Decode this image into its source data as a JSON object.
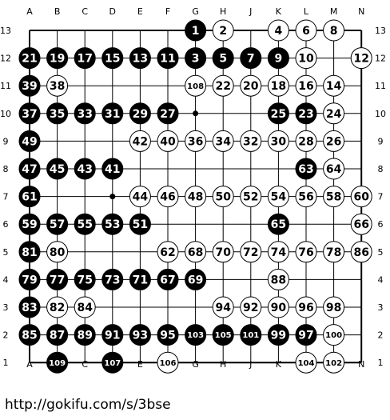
{
  "board": {
    "size": 13,
    "columns": [
      "A",
      "B",
      "C",
      "D",
      "E",
      "F",
      "G",
      "H",
      "J",
      "K",
      "L",
      "M",
      "N"
    ],
    "rows": [
      "13",
      "12",
      "11",
      "10",
      "9",
      "8",
      "7",
      "6",
      "5",
      "4",
      "3",
      "2",
      "1"
    ],
    "star_points": [
      [
        "D",
        "10"
      ],
      [
        "G",
        "10"
      ],
      [
        "D",
        "7"
      ]
    ],
    "colors": {
      "black": "#000000",
      "white": "#ffffff",
      "line": "#000000",
      "background": "#ffffff"
    },
    "stones": [
      {
        "c": "G",
        "r": "13",
        "color": "black",
        "n": "1"
      },
      {
        "c": "H",
        "r": "13",
        "color": "white",
        "n": "2"
      },
      {
        "c": "K",
        "r": "13",
        "color": "white",
        "n": "4"
      },
      {
        "c": "L",
        "r": "13",
        "color": "white",
        "n": "6"
      },
      {
        "c": "M",
        "r": "13",
        "color": "white",
        "n": "8"
      },
      {
        "c": "A",
        "r": "12",
        "color": "black",
        "n": "21"
      },
      {
        "c": "B",
        "r": "12",
        "color": "black",
        "n": "19"
      },
      {
        "c": "C",
        "r": "12",
        "color": "black",
        "n": "17"
      },
      {
        "c": "D",
        "r": "12",
        "color": "black",
        "n": "15"
      },
      {
        "c": "E",
        "r": "12",
        "color": "black",
        "n": "13"
      },
      {
        "c": "F",
        "r": "12",
        "color": "black",
        "n": "11"
      },
      {
        "c": "G",
        "r": "12",
        "color": "black",
        "n": "3"
      },
      {
        "c": "H",
        "r": "12",
        "color": "black",
        "n": "5"
      },
      {
        "c": "J",
        "r": "12",
        "color": "black",
        "n": "7"
      },
      {
        "c": "K",
        "r": "12",
        "color": "black",
        "n": "9"
      },
      {
        "c": "L",
        "r": "12",
        "color": "white",
        "n": "10"
      },
      {
        "c": "N",
        "r": "12",
        "color": "white",
        "n": "12"
      },
      {
        "c": "A",
        "r": "11",
        "color": "black",
        "n": "39"
      },
      {
        "c": "B",
        "r": "11",
        "color": "white",
        "n": "38"
      },
      {
        "c": "G",
        "r": "11",
        "color": "white",
        "n": "108"
      },
      {
        "c": "H",
        "r": "11",
        "color": "white",
        "n": "22"
      },
      {
        "c": "J",
        "r": "11",
        "color": "white",
        "n": "20"
      },
      {
        "c": "K",
        "r": "11",
        "color": "white",
        "n": "18"
      },
      {
        "c": "L",
        "r": "11",
        "color": "white",
        "n": "16"
      },
      {
        "c": "M",
        "r": "11",
        "color": "white",
        "n": "14"
      },
      {
        "c": "A",
        "r": "10",
        "color": "black",
        "n": "37"
      },
      {
        "c": "B",
        "r": "10",
        "color": "black",
        "n": "35"
      },
      {
        "c": "C",
        "r": "10",
        "color": "black",
        "n": "33"
      },
      {
        "c": "D",
        "r": "10",
        "color": "black",
        "n": "31"
      },
      {
        "c": "E",
        "r": "10",
        "color": "black",
        "n": "29"
      },
      {
        "c": "F",
        "r": "10",
        "color": "black",
        "n": "27"
      },
      {
        "c": "K",
        "r": "10",
        "color": "black",
        "n": "25"
      },
      {
        "c": "L",
        "r": "10",
        "color": "black",
        "n": "23"
      },
      {
        "c": "M",
        "r": "10",
        "color": "white",
        "n": "24"
      },
      {
        "c": "A",
        "r": "9",
        "color": "black",
        "n": "49"
      },
      {
        "c": "E",
        "r": "9",
        "color": "white",
        "n": "42"
      },
      {
        "c": "F",
        "r": "9",
        "color": "white",
        "n": "40"
      },
      {
        "c": "G",
        "r": "9",
        "color": "white",
        "n": "36"
      },
      {
        "c": "H",
        "r": "9",
        "color": "white",
        "n": "34"
      },
      {
        "c": "J",
        "r": "9",
        "color": "white",
        "n": "32"
      },
      {
        "c": "K",
        "r": "9",
        "color": "white",
        "n": "30"
      },
      {
        "c": "L",
        "r": "9",
        "color": "white",
        "n": "28"
      },
      {
        "c": "M",
        "r": "9",
        "color": "white",
        "n": "26"
      },
      {
        "c": "A",
        "r": "8",
        "color": "black",
        "n": "47"
      },
      {
        "c": "B",
        "r": "8",
        "color": "black",
        "n": "45"
      },
      {
        "c": "C",
        "r": "8",
        "color": "black",
        "n": "43"
      },
      {
        "c": "D",
        "r": "8",
        "color": "black",
        "n": "41"
      },
      {
        "c": "L",
        "r": "8",
        "color": "black",
        "n": "63"
      },
      {
        "c": "M",
        "r": "8",
        "color": "white",
        "n": "64"
      },
      {
        "c": "A",
        "r": "7",
        "color": "black",
        "n": "61"
      },
      {
        "c": "E",
        "r": "7",
        "color": "white",
        "n": "44"
      },
      {
        "c": "F",
        "r": "7",
        "color": "white",
        "n": "46"
      },
      {
        "c": "G",
        "r": "7",
        "color": "white",
        "n": "48"
      },
      {
        "c": "H",
        "r": "7",
        "color": "white",
        "n": "50"
      },
      {
        "c": "J",
        "r": "7",
        "color": "white",
        "n": "52"
      },
      {
        "c": "K",
        "r": "7",
        "color": "white",
        "n": "54"
      },
      {
        "c": "L",
        "r": "7",
        "color": "white",
        "n": "56"
      },
      {
        "c": "M",
        "r": "7",
        "color": "white",
        "n": "58"
      },
      {
        "c": "N",
        "r": "7",
        "color": "white",
        "n": "60"
      },
      {
        "c": "A",
        "r": "6",
        "color": "black",
        "n": "59"
      },
      {
        "c": "B",
        "r": "6",
        "color": "black",
        "n": "57"
      },
      {
        "c": "C",
        "r": "6",
        "color": "black",
        "n": "55"
      },
      {
        "c": "D",
        "r": "6",
        "color": "black",
        "n": "53"
      },
      {
        "c": "E",
        "r": "6",
        "color": "black",
        "n": "51"
      },
      {
        "c": "K",
        "r": "6",
        "color": "black",
        "n": "65"
      },
      {
        "c": "N",
        "r": "6",
        "color": "white",
        "n": "66"
      },
      {
        "c": "A",
        "r": "5",
        "color": "black",
        "n": "81"
      },
      {
        "c": "B",
        "r": "5",
        "color": "white",
        "n": "80"
      },
      {
        "c": "F",
        "r": "5",
        "color": "white",
        "n": "62"
      },
      {
        "c": "G",
        "r": "5",
        "color": "white",
        "n": "68"
      },
      {
        "c": "H",
        "r": "5",
        "color": "white",
        "n": "70"
      },
      {
        "c": "J",
        "r": "5",
        "color": "white",
        "n": "72"
      },
      {
        "c": "K",
        "r": "5",
        "color": "white",
        "n": "74"
      },
      {
        "c": "L",
        "r": "5",
        "color": "white",
        "n": "76"
      },
      {
        "c": "M",
        "r": "5",
        "color": "white",
        "n": "78"
      },
      {
        "c": "N",
        "r": "5",
        "color": "white",
        "n": "86"
      },
      {
        "c": "A",
        "r": "4",
        "color": "black",
        "n": "79"
      },
      {
        "c": "B",
        "r": "4",
        "color": "black",
        "n": "77"
      },
      {
        "c": "C",
        "r": "4",
        "color": "black",
        "n": "75"
      },
      {
        "c": "D",
        "r": "4",
        "color": "black",
        "n": "73"
      },
      {
        "c": "E",
        "r": "4",
        "color": "black",
        "n": "71"
      },
      {
        "c": "F",
        "r": "4",
        "color": "black",
        "n": "67"
      },
      {
        "c": "G",
        "r": "4",
        "color": "black",
        "n": "69"
      },
      {
        "c": "K",
        "r": "4",
        "color": "white",
        "n": "88"
      },
      {
        "c": "A",
        "r": "3",
        "color": "black",
        "n": "83"
      },
      {
        "c": "B",
        "r": "3",
        "color": "white",
        "n": "82"
      },
      {
        "c": "C",
        "r": "3",
        "color": "white",
        "n": "84"
      },
      {
        "c": "H",
        "r": "3",
        "color": "white",
        "n": "94"
      },
      {
        "c": "J",
        "r": "3",
        "color": "white",
        "n": "92"
      },
      {
        "c": "K",
        "r": "3",
        "color": "white",
        "n": "90"
      },
      {
        "c": "L",
        "r": "3",
        "color": "white",
        "n": "96"
      },
      {
        "c": "M",
        "r": "3",
        "color": "white",
        "n": "98"
      },
      {
        "c": "A",
        "r": "2",
        "color": "black",
        "n": "85"
      },
      {
        "c": "B",
        "r": "2",
        "color": "black",
        "n": "87"
      },
      {
        "c": "C",
        "r": "2",
        "color": "black",
        "n": "89"
      },
      {
        "c": "D",
        "r": "2",
        "color": "black",
        "n": "91"
      },
      {
        "c": "E",
        "r": "2",
        "color": "black",
        "n": "93"
      },
      {
        "c": "F",
        "r": "2",
        "color": "black",
        "n": "95"
      },
      {
        "c": "G",
        "r": "2",
        "color": "black",
        "n": "103"
      },
      {
        "c": "H",
        "r": "2",
        "color": "black",
        "n": "105"
      },
      {
        "c": "J",
        "r": "2",
        "color": "black",
        "n": "101"
      },
      {
        "c": "K",
        "r": "2",
        "color": "black",
        "n": "99"
      },
      {
        "c": "L",
        "r": "2",
        "color": "black",
        "n": "97"
      },
      {
        "c": "M",
        "r": "2",
        "color": "white",
        "n": "100"
      },
      {
        "c": "B",
        "r": "1",
        "color": "black",
        "n": "109"
      },
      {
        "c": "D",
        "r": "1",
        "color": "black",
        "n": "107"
      },
      {
        "c": "F",
        "r": "1",
        "color": "white",
        "n": "106"
      },
      {
        "c": "L",
        "r": "1",
        "color": "white",
        "n": "104"
      },
      {
        "c": "M",
        "r": "1",
        "color": "white",
        "n": "102"
      }
    ]
  },
  "footer": {
    "url": "http://gokifu.com/s/3bse"
  }
}
